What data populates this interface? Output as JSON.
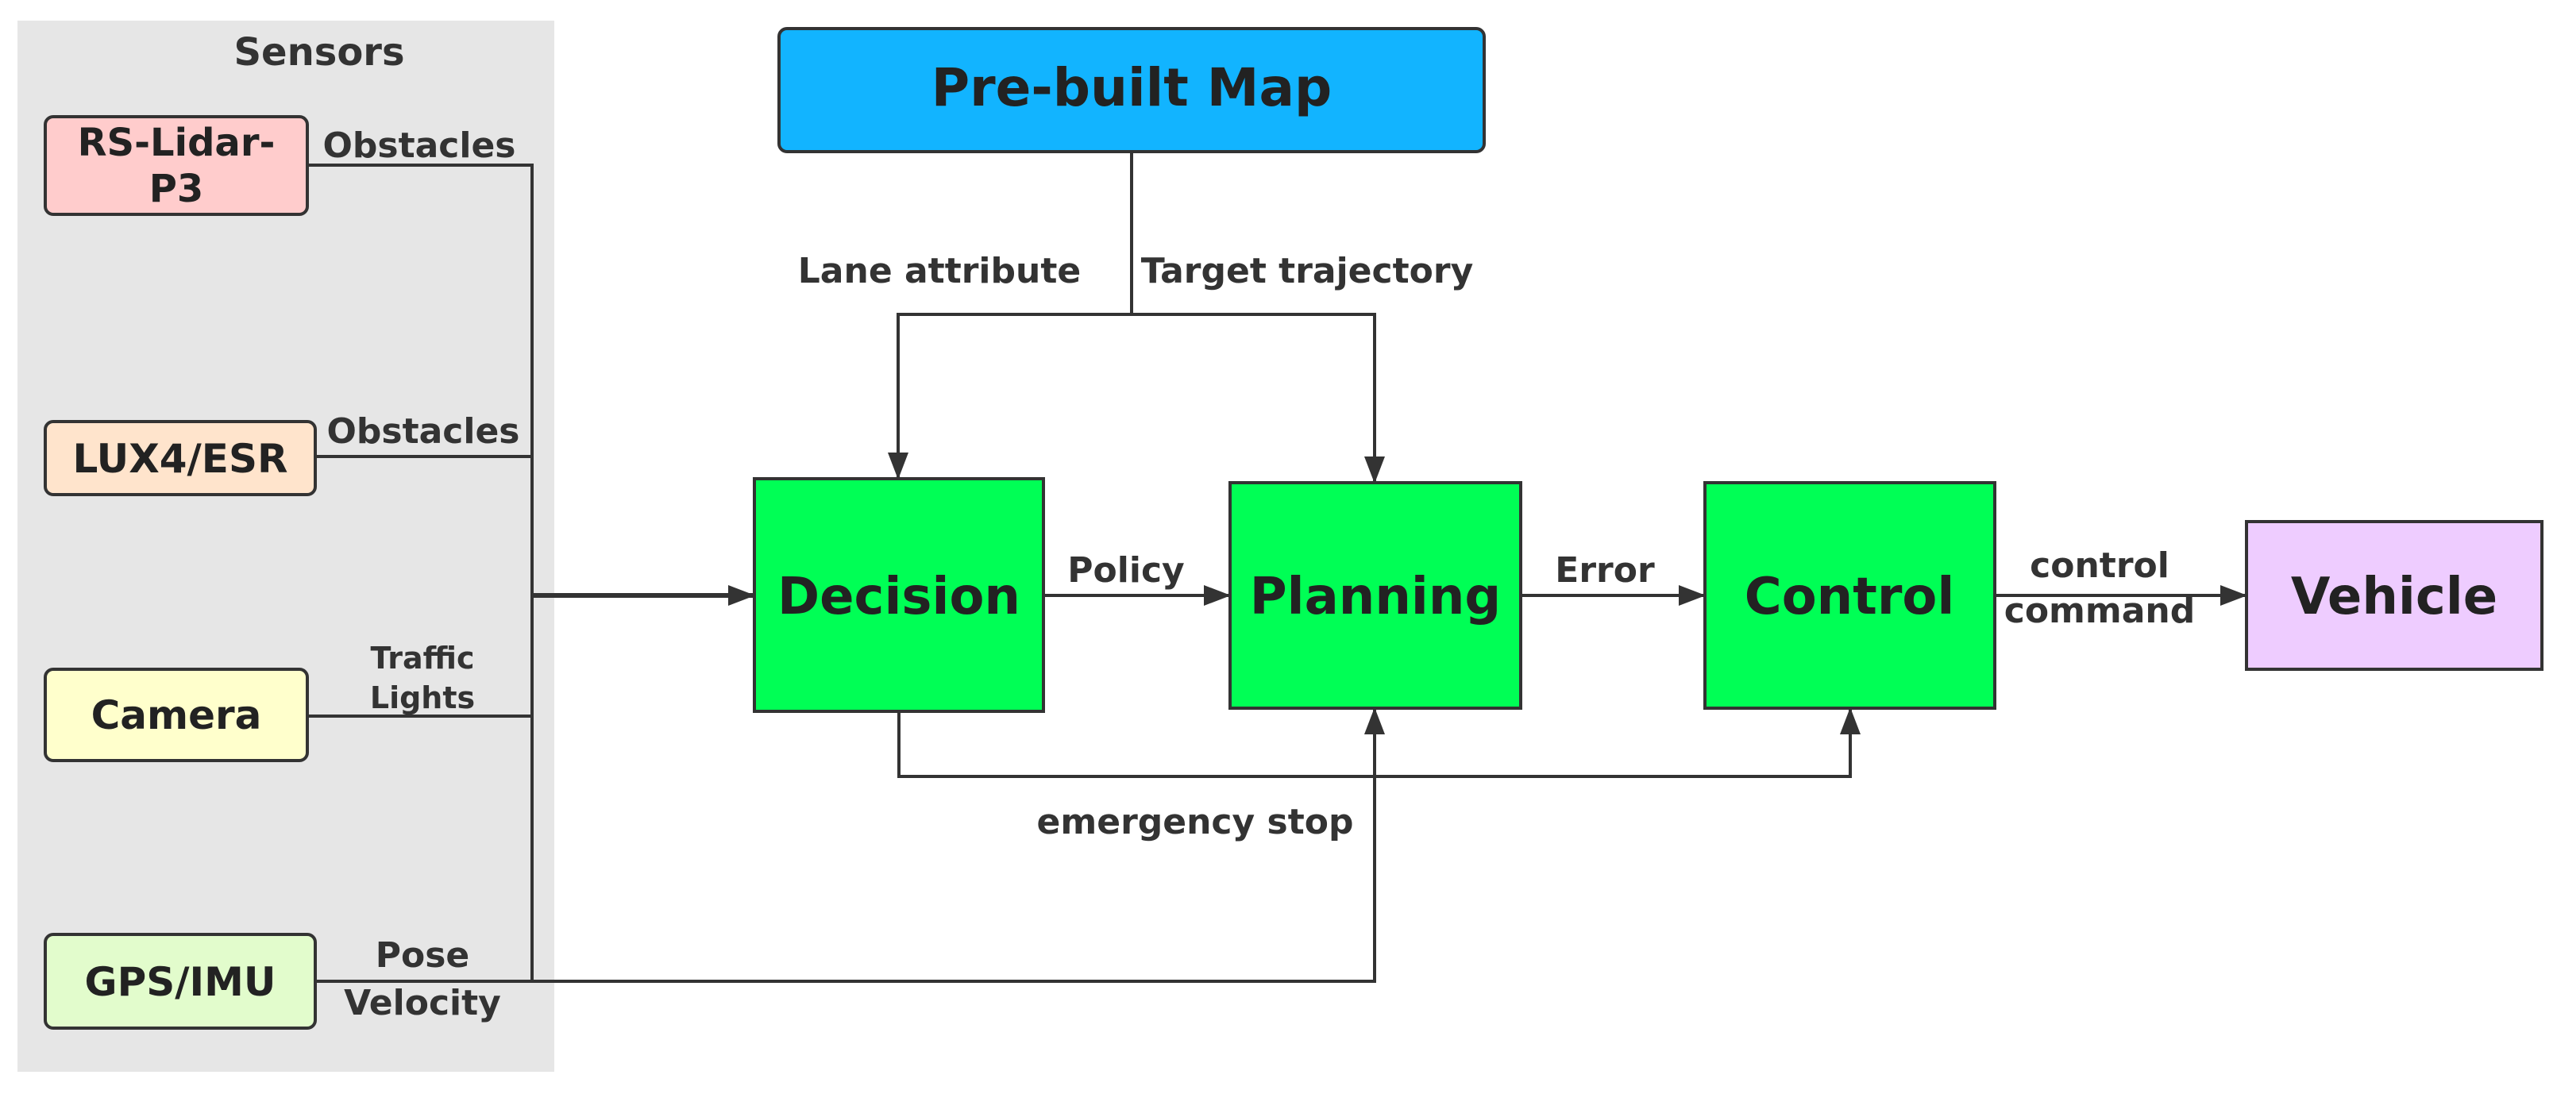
{
  "sensors_panel": {
    "title": "Sensors",
    "bg_color": "#e6e6e6"
  },
  "sensors": [
    {
      "name": "RS-Lidar-P3",
      "line1": "RS-Lidar-",
      "line2": "P3",
      "color": "#ffcccc",
      "output_line1": "Obstacles",
      "output_line2": ""
    },
    {
      "name": "LUX4/ESR",
      "line1": "LUX4/ESR",
      "line2": "",
      "color": "#ffe4cc",
      "output_line1": "Obstacles",
      "output_line2": ""
    },
    {
      "name": "Camera",
      "line1": "Camera",
      "line2": "",
      "color": "#ffffcc",
      "output_line1": "Traffic",
      "output_line2": "Lights"
    },
    {
      "name": "GPS/IMU",
      "line1": "GPS/IMU",
      "line2": "",
      "color": "#e2fccc",
      "output_line1": "Pose",
      "output_line2": "Velocity"
    }
  ],
  "map": {
    "label": "Pre-built Map",
    "color": "#12b4ff"
  },
  "map_outputs": {
    "left": "Lane attribute",
    "right": "Target trajectory"
  },
  "modules": {
    "decision": "Decision",
    "planning": "Planning",
    "control": "Control",
    "color": "#00ff55"
  },
  "vehicle": {
    "label": "Vehicle",
    "color": "#eeccff"
  },
  "edges": {
    "policy": "Policy",
    "error": "Error",
    "control_command_line1": "control",
    "control_command_line2": "command",
    "emergency_stop": "emergency stop"
  }
}
